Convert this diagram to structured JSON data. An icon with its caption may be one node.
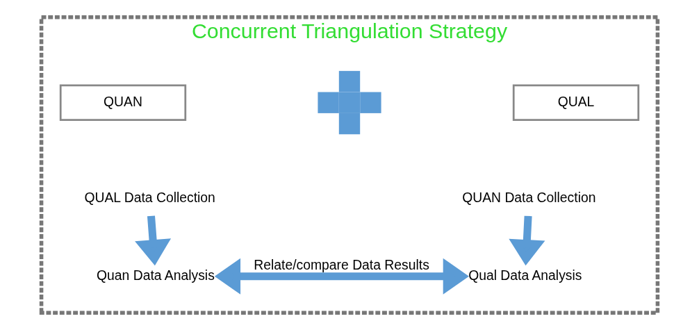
{
  "diagram": {
    "nodes": [
      {
        "text": [
          "Concurrent Triangulation Strategy"
        ]
      },
      {
        "text": [
          "QUAN"
        ],
        "in": 0
      },
      {
        "text": [
          "QUAL Data Collection"
        ],
        "in": 0
      },
      {
        "text": [
          "Quan Data Analysis"
        ],
        "in": 0
      },
      {
        "text": [],
        "shape": "cross",
        "in": 0
      },
      {
        "text": [
          "QUAL"
        ],
        "in": 0
      },
      {
        "text": [
          "QUAN Data Collection"
        ],
        "in": 0
      },
      {
        "text": [
          "Qual Data Analysis"
        ],
        "in": 0
      }
    ],
    "edges": [
      {
        "from": 2,
        "to": 3,
        "arrow": "to"
      },
      {
        "from": 6,
        "to": 7,
        "arrow": "to"
      },
      {
        "from": 3,
        "to": 7,
        "arrow": "both",
        "label": "Relate/compare Data Results"
      }
    ]
  }
}
